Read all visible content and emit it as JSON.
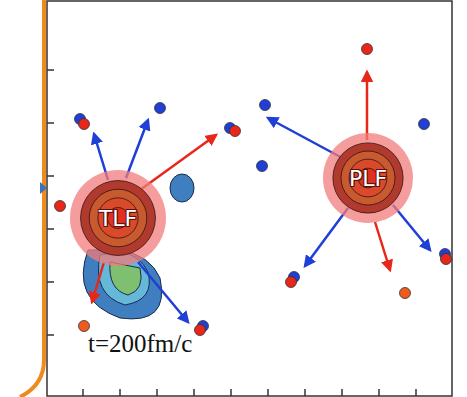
{
  "diagram": {
    "nodes": [
      {
        "text": [
          "TLF"
        ]
      },
      {
        "text": [
          "PLF"
        ]
      }
    ],
    "labels": [
      "t=200fm/c"
    ]
  }
}
